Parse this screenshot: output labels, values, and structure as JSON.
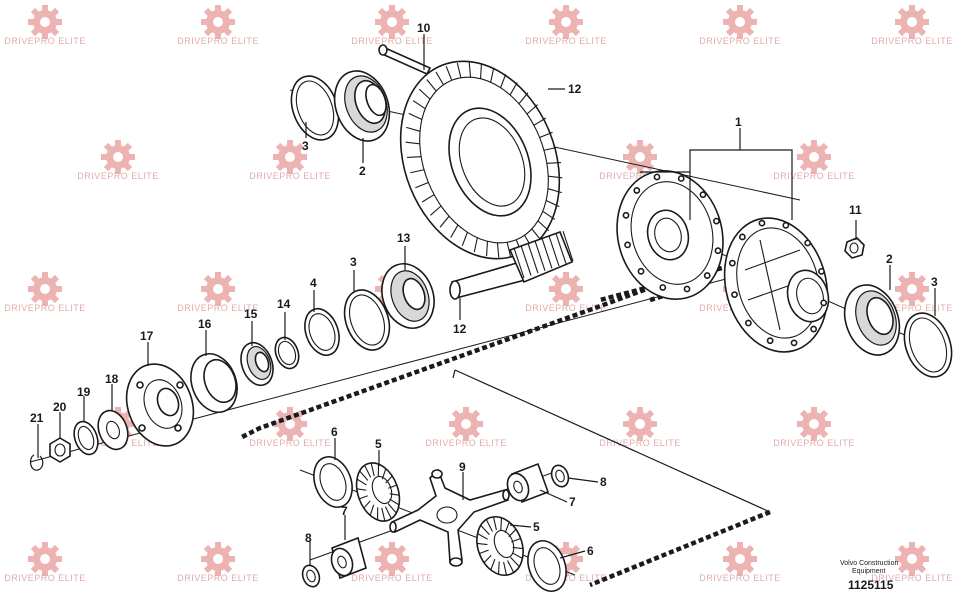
{
  "watermark_text": "DRIVEPRO ELITE",
  "watermark_color": "#e89a9a",
  "callouts": [
    {
      "id": "c10",
      "label": "10"
    },
    {
      "id": "c12a",
      "label": "12"
    },
    {
      "id": "c1",
      "label": "1"
    },
    {
      "id": "c3a",
      "label": "3"
    },
    {
      "id": "c2a",
      "label": "2"
    },
    {
      "id": "c11",
      "label": "11"
    },
    {
      "id": "c13",
      "label": "13"
    },
    {
      "id": "c3b",
      "label": "3"
    },
    {
      "id": "c4",
      "label": "4"
    },
    {
      "id": "c14",
      "label": "14"
    },
    {
      "id": "c15",
      "label": "15"
    },
    {
      "id": "c16",
      "label": "16"
    },
    {
      "id": "c17",
      "label": "17"
    },
    {
      "id": "c12b",
      "label": "12"
    },
    {
      "id": "c2b",
      "label": "2"
    },
    {
      "id": "c3c",
      "label": "3"
    },
    {
      "id": "c18",
      "label": "18"
    },
    {
      "id": "c19",
      "label": "19"
    },
    {
      "id": "c20",
      "label": "20"
    },
    {
      "id": "c21",
      "label": "21"
    },
    {
      "id": "c6a",
      "label": "6"
    },
    {
      "id": "c5a",
      "label": "5"
    },
    {
      "id": "c9",
      "label": "9"
    },
    {
      "id": "c8a",
      "label": "8"
    },
    {
      "id": "c7a",
      "label": "7"
    },
    {
      "id": "c7b",
      "label": "7"
    },
    {
      "id": "c5b",
      "label": "5"
    },
    {
      "id": "c8b",
      "label": "8"
    },
    {
      "id": "c6b",
      "label": "6"
    }
  ],
  "caption": {
    "line1": "Volvo Construction",
    "line2": "Equipment",
    "number": "1125115"
  }
}
